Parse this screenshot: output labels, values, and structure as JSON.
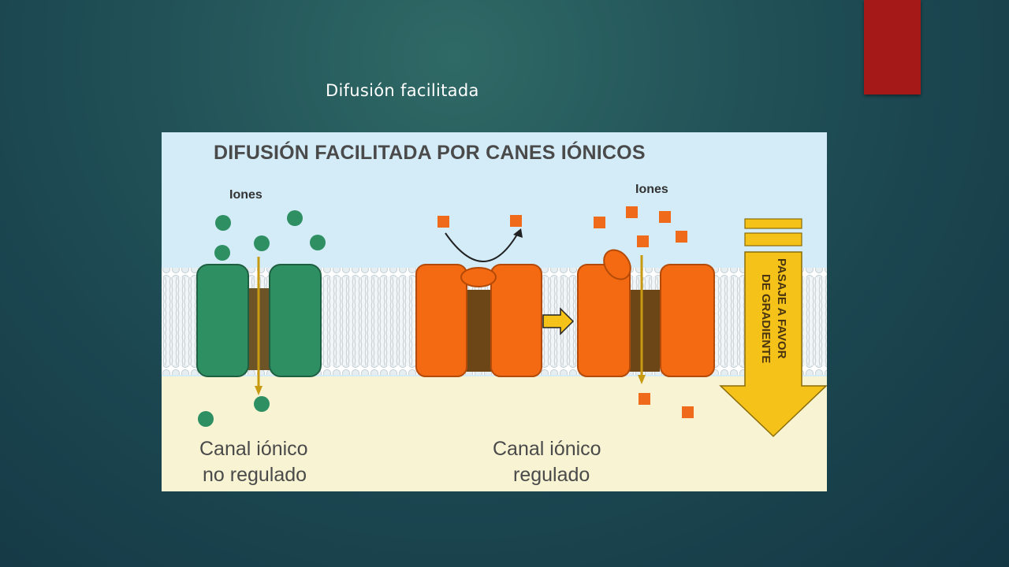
{
  "slide": {
    "title": "Difusión facilitada",
    "accent_color": "#a51919"
  },
  "figure": {
    "heading": "DIFUSIÓN FACILITADA POR CANES IÓNICOS",
    "ions_label_left": "Iones",
    "ions_label_right": "Iones",
    "caption_left_line1": "Canal iónico",
    "caption_left_line2": "no regulado",
    "caption_right_line1": "Canal iónico",
    "caption_right_line2": "regulado",
    "arrow_text_line1": "PASAJE A FAVOR",
    "arrow_text_line2": "DE GRADIENTE",
    "colors": {
      "sky": "#d3ecf8",
      "cytoplasm": "#f8f4d3",
      "channel_green": "#2e8f62",
      "channel_orange": "#f36a12",
      "ion_square": "#f06a1c",
      "arrow_yellow": "#f5c21a"
    }
  }
}
